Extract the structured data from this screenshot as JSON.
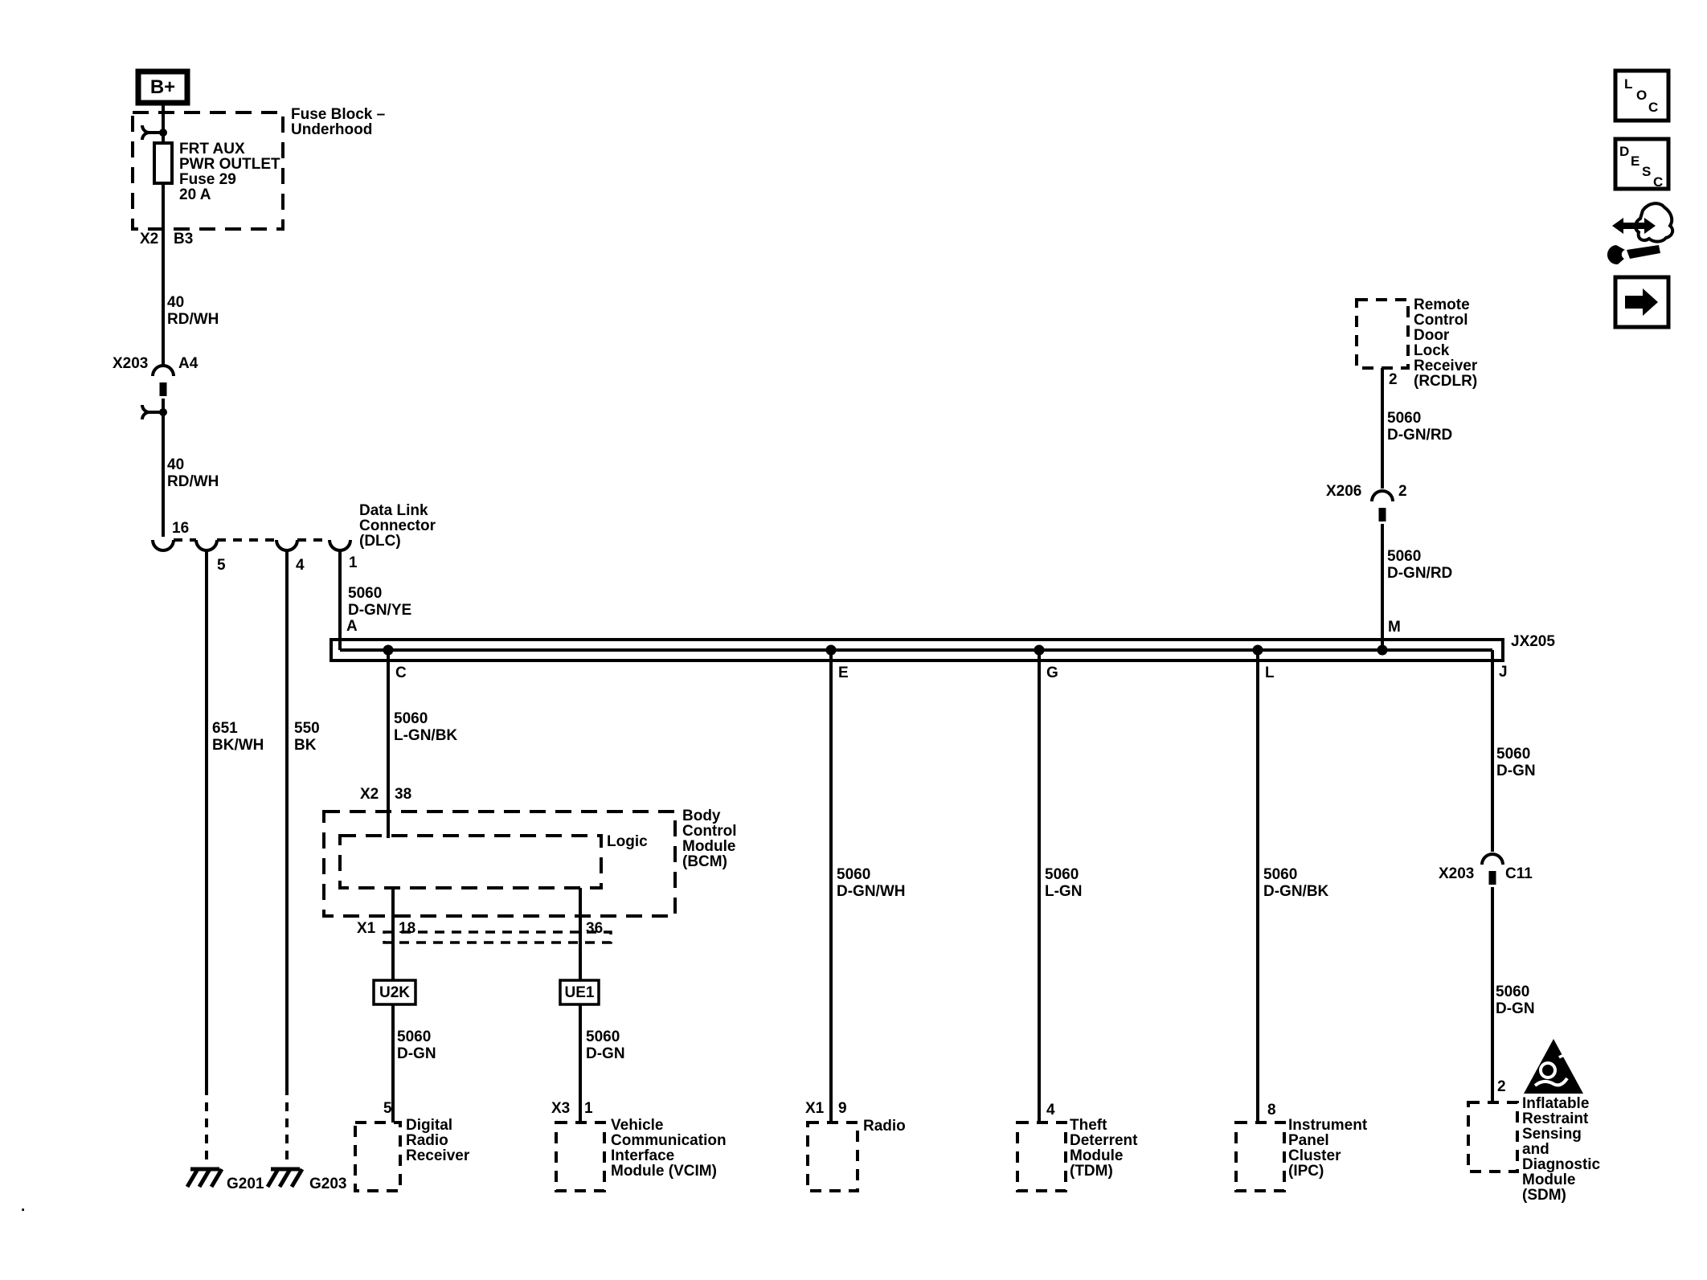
{
  "power": {
    "battery": "B+",
    "fuse_block_name": "Fuse Block –\nUnderhood",
    "fuse_label": "FRT AUX\nPWR OUTLET\nFuse 29\n20 A",
    "conn": "X2",
    "pin": "B3",
    "wire_upper": "40\nRD/WH",
    "conn2": "X203",
    "pin2": "A4",
    "wire_lower": "40\nRD/WH",
    "dlc_pin_in": "16"
  },
  "dlc": {
    "name": "Data Link\nConnector\n(DLC)",
    "pin5": "5",
    "pin4": "4",
    "pin1": "1",
    "wire_out": "5060\nD-GN/YE",
    "bus_term": "A"
  },
  "grounds": {
    "wire_left": "651\nBK/WH",
    "wire_right": "550\nBK",
    "g201": "G201",
    "g203": "G203"
  },
  "bus": {
    "name": "JX205",
    "term_c": "C",
    "term_e": "E",
    "term_g": "G",
    "term_l": "L",
    "term_m": "M",
    "term_j": "J"
  },
  "bcm": {
    "wire_in": "5060\nL-GN/BK",
    "conn_top": "X2",
    "pin_top": "38",
    "name": "Body\nControl\nModule\n(BCM)",
    "logic": "Logic",
    "conn_bottom": "X1",
    "pin_left": "18",
    "pin_right": "36",
    "net_left": "U2K",
    "net_right": "UE1",
    "wire_left": "5060\nD-GN",
    "wire_right": "5060\nD-GN"
  },
  "modules": {
    "drr": {
      "pin": "5",
      "name": "Digital\nRadio\nReceiver"
    },
    "vcim": {
      "conn": "X3",
      "pin": "1",
      "name": "Vehicle\nCommunication\nInterface\nModule (VCIM)"
    },
    "radio": {
      "wire": "5060\nD-GN/WH",
      "conn": "X1",
      "pin": "9",
      "name": "Radio"
    },
    "tdm": {
      "wire": "5060\nL-GN",
      "pin": "4",
      "name": "Theft\nDeterrent\nModule\n(TDM)"
    },
    "ipc": {
      "wire": "5060\nD-GN/BK",
      "pin": "8",
      "name": "Instrument\nPanel\nCluster\n(IPC)"
    },
    "rcdlr": {
      "name": "Remote\nControl\nDoor\nLock\nReceiver\n(RCDLR)",
      "pin": "2",
      "wire_upper": "5060\nD-GN/RD",
      "conn": "X206",
      "conn_pin": "2",
      "wire_lower": "5060\nD-GN/RD"
    },
    "sdm": {
      "wire_upper": "5060\nD-GN",
      "conn": "X203",
      "conn_pin": "C11",
      "wire_lower": "5060\nD-GN",
      "pin": "2",
      "name": "Inflatable\nRestraint\nSensing\nand\nDiagnostic\nModule\n(SDM)"
    }
  },
  "icons": {
    "loc": [
      "L",
      "O",
      "C"
    ],
    "desc": [
      "D",
      "E",
      "S",
      "C"
    ]
  },
  "misc": {
    "dot": "."
  }
}
